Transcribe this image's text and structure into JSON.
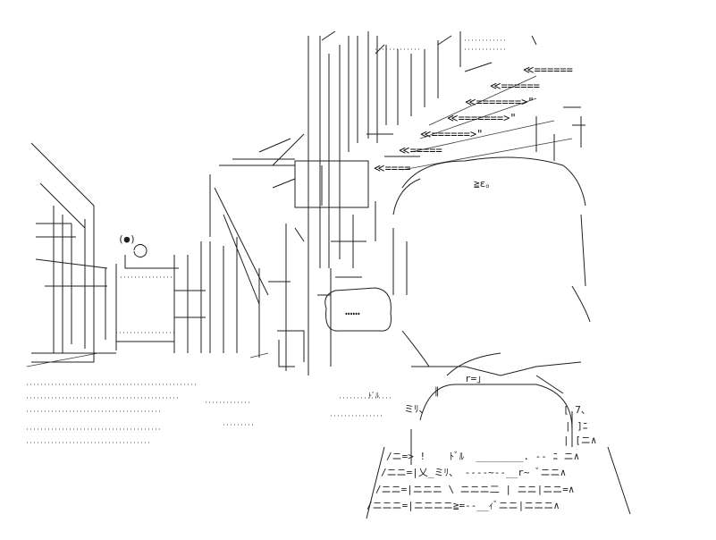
{
  "art": {
    "speech_mark": "……",
    "face_marks": {
      "eyes": "(●)",
      "sparkle": "≧ε。",
      "symbols": [
        "ミﾘ、",
        "ﾄﾞﾙ",
        "r=」",
        "∥"
      ]
    },
    "ascii_rows": {
      "arrows_top": "≪======",
      "arrows_2": "≪======",
      "arrows_3": "≪=======>\"",
      "arrows_4": "≪=======>\"",
      "arrows_5": "≪======>\"",
      "arrows_6": "≪=====",
      "arrows_7": "≪====",
      "roof_7": "[ 7、",
      "roof_8": "| ]ﾆ",
      "roof_9": "| [ニ∧",
      "skirt_1": "/ニ=> !    ﾄﾞﾙ  ________. -‐ ﾆ ニ∧",
      "skirt_2": "/ニニ=|乂_ミﾘ、 ‐‐‐‐~‐‐__r~ ﾞニニ∧",
      "skirt_3": "/ニニ=|ニニニ \\ ニニニ二 | ニニ|ニニ=∧",
      "skirt_4": "/ニニニ=|ニニニニ≧=‐-__ｨﾞニニ|ニニニ∧"
    }
  },
  "colors": {
    "ink": "#1f1f1f",
    "paper": "#ffffff"
  }
}
